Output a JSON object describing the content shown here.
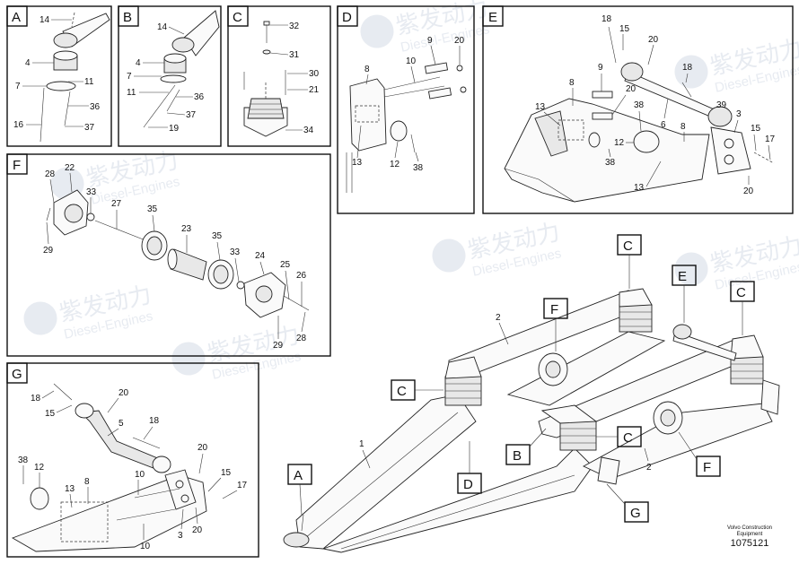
{
  "watermark": {
    "cn": "紫发动力",
    "en": "Diesel-Engines"
  },
  "panels": {
    "A": {
      "key": "A",
      "labels": [
        "14",
        "4",
        "7",
        "11",
        "36",
        "16",
        "37"
      ]
    },
    "B": {
      "key": "B",
      "labels": [
        "14",
        "4",
        "7",
        "11",
        "36",
        "37",
        "19"
      ]
    },
    "C": {
      "key": "C",
      "labels": [
        "32",
        "31",
        "30",
        "21",
        "34"
      ]
    },
    "D": {
      "key": "D",
      "labels": [
        "9",
        "20",
        "10",
        "8",
        "13",
        "12",
        "38"
      ]
    },
    "E": {
      "key": "E",
      "labels": [
        "18",
        "15",
        "20",
        "9",
        "18",
        "8",
        "20",
        "13",
        "38",
        "6",
        "39",
        "3",
        "8",
        "15",
        "17",
        "12",
        "38",
        "13",
        "20"
      ]
    },
    "F": {
      "key": "F",
      "labels": [
        "28",
        "22",
        "33",
        "27",
        "35",
        "29",
        "23",
        "35",
        "33",
        "24",
        "25",
        "26",
        "29",
        "28"
      ]
    },
    "G": {
      "key": "G",
      "labels": [
        "18",
        "20",
        "15",
        "5",
        "18",
        "38",
        "12",
        "10",
        "20",
        "13",
        "8",
        "15",
        "17",
        "3",
        "20",
        "10"
      ]
    }
  },
  "main_callouts": {
    "keys": [
      "C",
      "F",
      "E",
      "C",
      "C",
      "B",
      "C",
      "F",
      "D",
      "A",
      "G"
    ],
    "numbers": [
      "2",
      "1",
      "2"
    ]
  },
  "footer": {
    "maker": "Volvo Construction Equipment",
    "maker_line1": "Volvo Construction",
    "maker_line2": "Equipment",
    "drawing_number": "1075121"
  }
}
